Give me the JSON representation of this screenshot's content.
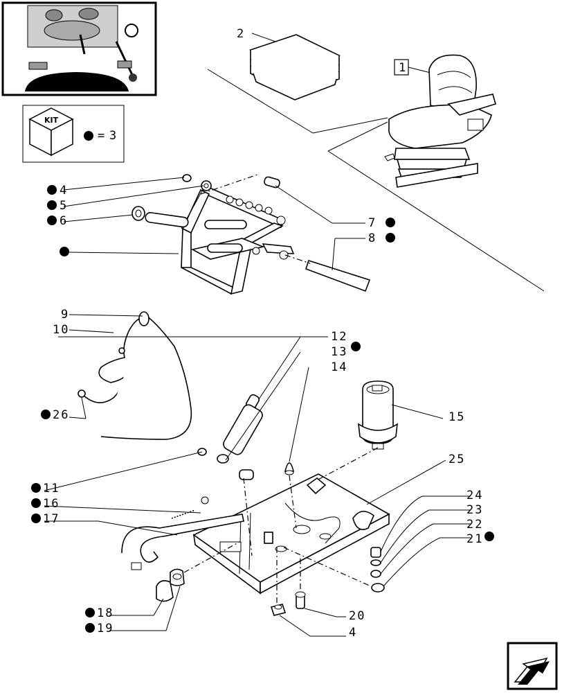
{
  "thumbnail": {
    "icon": "tractor-cab-thumbnail"
  },
  "kit_box": {
    "label": "KIT",
    "equals": "=",
    "quantity": "3"
  },
  "seat_ref": {
    "label": "1"
  },
  "callouts": [
    {
      "id": "2",
      "text": "2",
      "dot": false
    },
    {
      "id": "4a",
      "text": "4",
      "dot": true
    },
    {
      "id": "5",
      "text": "5",
      "dot": true
    },
    {
      "id": "6",
      "text": "6",
      "dot": true
    },
    {
      "id": "blank",
      "text": "",
      "dot": true
    },
    {
      "id": "7",
      "text": "7",
      "dot": true
    },
    {
      "id": "8",
      "text": "8",
      "dot": true
    },
    {
      "id": "9",
      "text": "9",
      "dot": false
    },
    {
      "id": "10",
      "text": "10",
      "dot": false
    },
    {
      "id": "26",
      "text": "26",
      "dot": true
    },
    {
      "id": "12",
      "text": "12",
      "dot": false
    },
    {
      "id": "13",
      "text": "13",
      "dot": true
    },
    {
      "id": "14",
      "text": "14",
      "dot": false
    },
    {
      "id": "15",
      "text": "15",
      "dot": false
    },
    {
      "id": "25",
      "text": "25",
      "dot": false
    },
    {
      "id": "11",
      "text": "11",
      "dot": true
    },
    {
      "id": "16",
      "text": "16",
      "dot": true
    },
    {
      "id": "17",
      "text": "17",
      "dot": true
    },
    {
      "id": "24",
      "text": "24",
      "dot": false
    },
    {
      "id": "23",
      "text": "23",
      "dot": false
    },
    {
      "id": "22",
      "text": "22",
      "dot": false
    },
    {
      "id": "21",
      "text": "21",
      "dot": true
    },
    {
      "id": "18",
      "text": "18",
      "dot": true
    },
    {
      "id": "19",
      "text": "19",
      "dot": true
    },
    {
      "id": "20",
      "text": "20",
      "dot": false
    },
    {
      "id": "4b",
      "text": "4",
      "dot": false
    }
  ],
  "nav": {
    "icon": "next-page-arrow-icon"
  }
}
